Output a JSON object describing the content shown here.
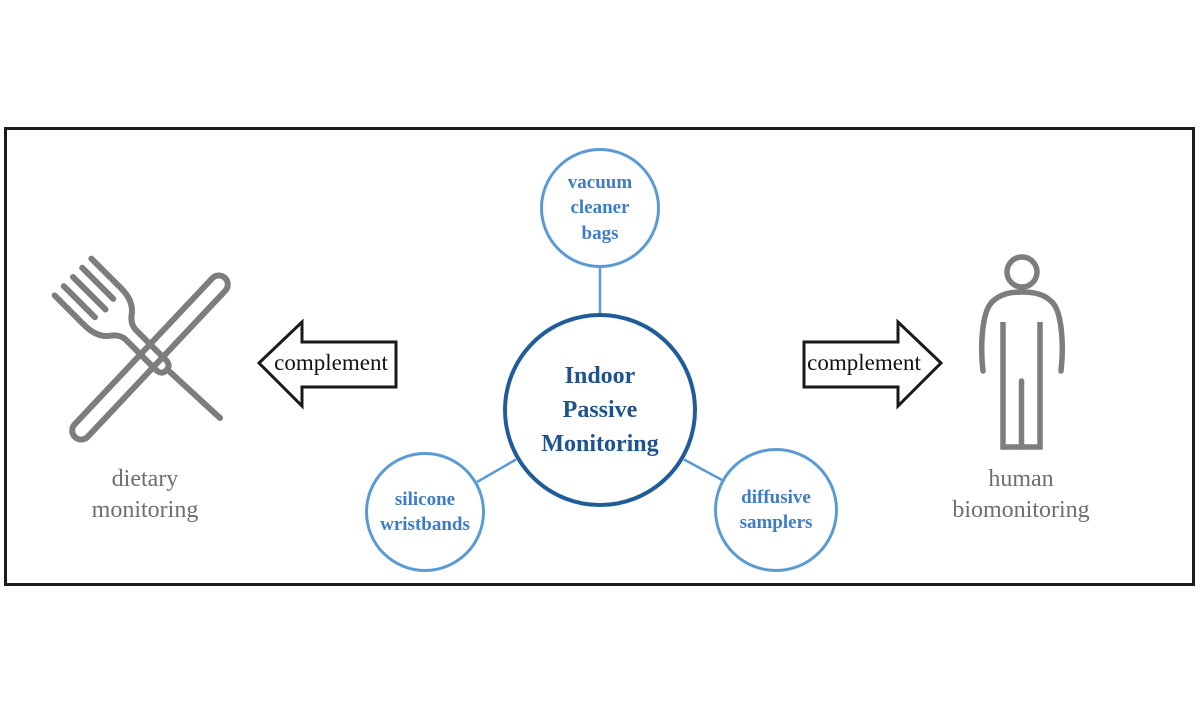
{
  "figure": {
    "center_node": {
      "label": "Indoor\nPassive\nMonitoring"
    },
    "satellites": [
      {
        "id": "vacuum-cleaner-bags",
        "label": "vacuum\ncleaner\nbags"
      },
      {
        "id": "silicone-wristbands",
        "label": "silicone\nwristbands"
      },
      {
        "id": "diffusive-samplers",
        "label": "diffusive\nsamplers"
      }
    ],
    "left_arrow_label": "complement",
    "right_arrow_label": "complement",
    "left_caption": "dietary\nmonitoring",
    "right_caption": "human\nbiomonitoring",
    "icons": {
      "left": "fork-knife-icon",
      "right": "person-icon"
    },
    "colors": {
      "center_border": "#1f5c99",
      "center_text": "#1e5391",
      "satellite_border": "#5b9bd5",
      "satellite_text": "#3e7cc7",
      "connector_blue": "#5b9bd5",
      "icon_gray": "#7d7d7d",
      "caption_gray": "#6e6e6e",
      "arrow_outline": "#1a1a1a",
      "frame_border": "#1c1c1c"
    }
  }
}
